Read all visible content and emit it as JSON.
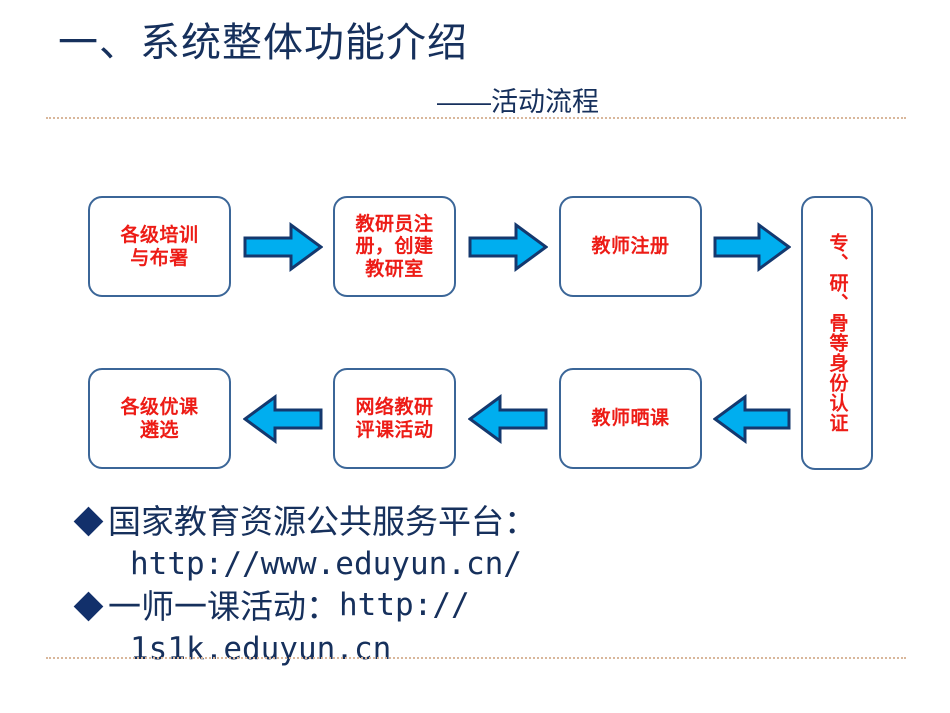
{
  "slide": {
    "title": "一、系统整体功能介绍",
    "subtitle": "——活动流程",
    "colors": {
      "title_navy": "#16305C",
      "box_border_blue": "#3B6698",
      "box_text_red": "#ED1C16",
      "arrow_fill_cyan": "#00AEEF",
      "arrow_stroke_navy": "#14386E",
      "rule_tan": "#D9B79B",
      "bullet_navy": "#12306B"
    }
  },
  "flow": {
    "boxes": [
      {
        "id": "box-train",
        "label": "各级培训\n与布署",
        "orientation": "horizontal"
      },
      {
        "id": "box-register",
        "label": "教研员注\n册，创建\n教研室",
        "orientation": "horizontal"
      },
      {
        "id": "box-teacher",
        "label": "教师注册",
        "orientation": "horizontal"
      },
      {
        "id": "box-identity",
        "label": "专、研、骨等身份认证",
        "orientation": "vertical"
      },
      {
        "id": "box-excellent",
        "label": "各级优课\n遴选",
        "orientation": "horizontal"
      },
      {
        "id": "box-activity",
        "label": "网络教研\n评课活动",
        "orientation": "horizontal"
      },
      {
        "id": "box-share",
        "label": "教师晒课",
        "orientation": "horizontal"
      }
    ],
    "arrows": [
      {
        "id": "arrow-1",
        "direction": "right",
        "from": "box-train",
        "to": "box-register"
      },
      {
        "id": "arrow-2",
        "direction": "right",
        "from": "box-register",
        "to": "box-teacher"
      },
      {
        "id": "arrow-3",
        "direction": "right",
        "from": "box-teacher",
        "to": "box-identity"
      },
      {
        "id": "arrow-4",
        "direction": "left",
        "from": "box-identity",
        "to": "box-share"
      },
      {
        "id": "arrow-5",
        "direction": "left",
        "from": "box-share",
        "to": "box-activity"
      },
      {
        "id": "arrow-6",
        "direction": "left",
        "from": "box-activity",
        "to": "box-excellent"
      }
    ]
  },
  "bullets": [
    {
      "bullet": "◆",
      "text": "国家教育资源公共服务平台："
    },
    {
      "url": "http://www.eduyun.cn/"
    },
    {
      "bullet": "◆",
      "text": "一师一课活动：",
      "inline_url": "http://"
    },
    {
      "url": "1s1k.eduyun.cn"
    }
  ],
  "bullet_lines": {
    "line1_text": "国家教育资源公共服务平台：",
    "line2_url": "http://www.eduyun.cn/",
    "line3_text": "一师一课活动：",
    "line3_url": "http://",
    "line4_url": "1s1k.eduyun.cn"
  }
}
